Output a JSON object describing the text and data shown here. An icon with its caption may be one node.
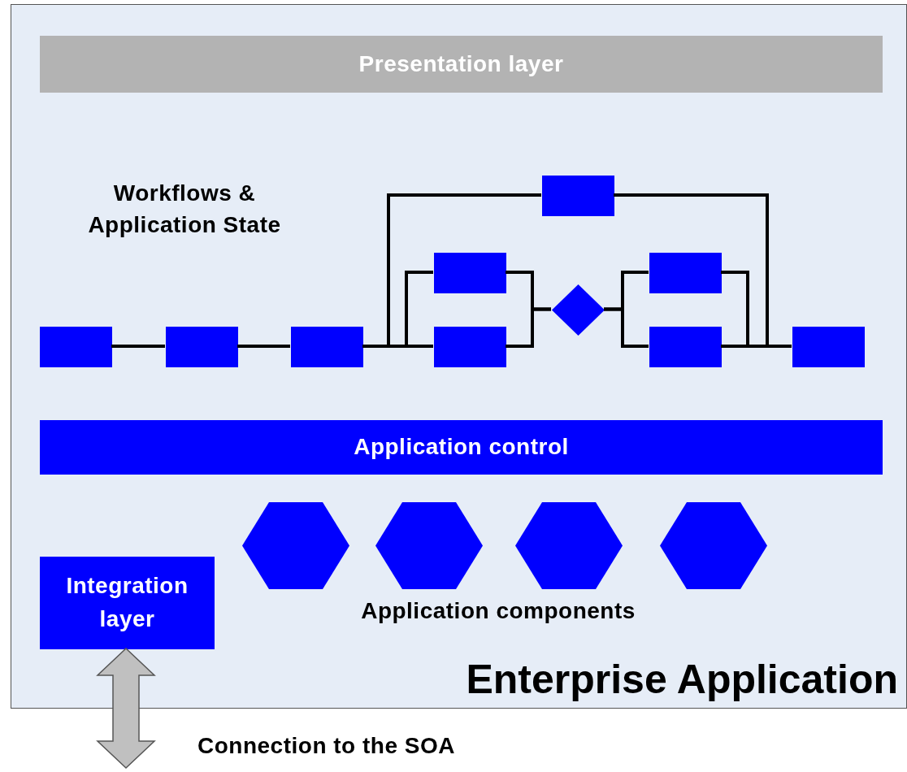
{
  "diagram": {
    "nodes": [
      {
        "text": [
          "Enterprise Application"
        ]
      },
      {
        "text": [
          "Presentation layer"
        ],
        "in": 0
      },
      {
        "text": [],
        "shape": "box",
        "in": 0
      },
      {
        "text": [],
        "shape": "box",
        "in": 0
      },
      {
        "text": [],
        "shape": "box",
        "in": 0
      },
      {
        "text": [],
        "shape": "box",
        "in": 0
      },
      {
        "text": [],
        "shape": "box",
        "in": 0
      },
      {
        "text": [],
        "shape": "box",
        "in": 0
      },
      {
        "text": [],
        "shape": "diamond",
        "in": 0
      },
      {
        "text": [],
        "shape": "box",
        "in": 0
      },
      {
        "text": [],
        "shape": "box",
        "in": 0
      },
      {
        "text": [],
        "shape": "box",
        "in": 0
      },
      {
        "text": [
          "Application control"
        ],
        "in": 0
      },
      {
        "text": [],
        "shape": "hexagon",
        "in": 0
      },
      {
        "text": [],
        "shape": "hexagon",
        "in": 0
      },
      {
        "text": [],
        "shape": "hexagon",
        "in": 0
      },
      {
        "text": [],
        "shape": "hexagon",
        "in": 0
      },
      {
        "text": [
          "Integration layer"
        ],
        "in": 0
      }
    ],
    "edges": [
      {
        "from": 2,
        "to": 3,
        "arrow": "none"
      },
      {
        "from": 3,
        "to": 4,
        "arrow": "none"
      },
      {
        "from": 4,
        "to": 5,
        "arrow": "none"
      },
      {
        "from": 4,
        "to": 6,
        "arrow": "none"
      },
      {
        "from": 4,
        "to": 7,
        "arrow": "none"
      },
      {
        "from": 6,
        "to": 8,
        "arrow": "none"
      },
      {
        "from": 7,
        "to": 8,
        "arrow": "none"
      },
      {
        "from": 8,
        "to": 9,
        "arrow": "none"
      },
      {
        "from": 8,
        "to": 10,
        "arrow": "none"
      },
      {
        "from": 9,
        "to": 11,
        "arrow": "none"
      },
      {
        "from": 10,
        "to": 11,
        "arrow": "none"
      },
      {
        "from": 5,
        "to": 11,
        "arrow": "none"
      },
      {
        "from": 17,
        "to": null,
        "arrow": "both"
      }
    ],
    "labels": [
      "Workflows & Application State",
      "Application components",
      "Connection to the SOA"
    ]
  }
}
